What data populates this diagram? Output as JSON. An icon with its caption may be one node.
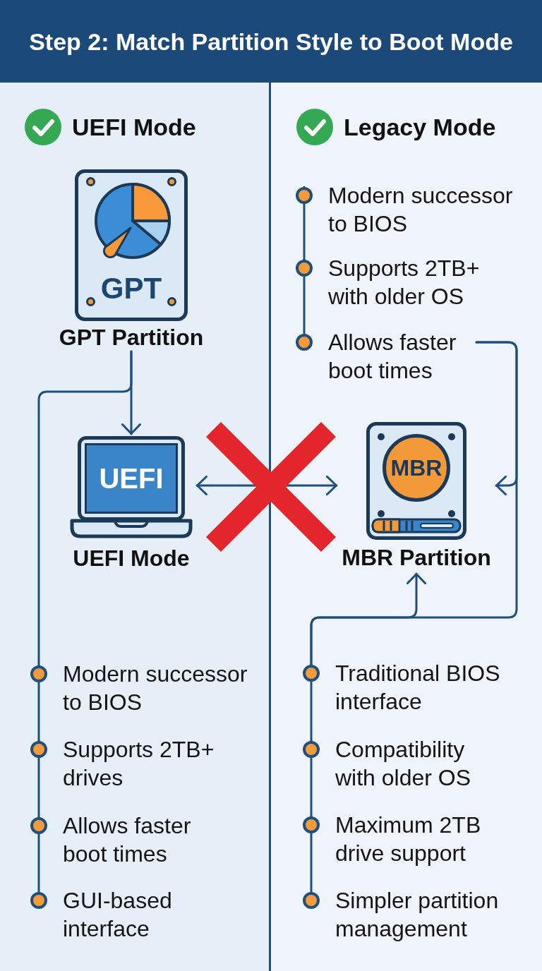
{
  "diagram": {
    "title": "Step 2: Match Partition Style to Boot Mode",
    "nodes": [
      {
        "text": [
          "UEFI Mode"
        ]
      },
      {
        "text": [
          "GPT"
        ],
        "beside": [
          "GPT Partition"
        ],
        "in": 0
      },
      {
        "text": [
          "UEFI"
        ],
        "beside": [
          "UEFI Mode"
        ],
        "in": 0
      },
      {
        "text": [
          "Modern successor to BIOS"
        ],
        "in": 0
      },
      {
        "text": [
          "Supports 2TB+ drives"
        ],
        "in": 0
      },
      {
        "text": [
          "Allows faster boot times"
        ],
        "in": 0
      },
      {
        "text": [
          "GUI-based interface"
        ],
        "in": 0
      },
      {
        "text": [
          "Legacy Mode"
        ]
      },
      {
        "text": [
          "Modern successor to BIOS"
        ],
        "in": 7
      },
      {
        "text": [
          "Supports 2TB+ with older OS"
        ],
        "in": 7
      },
      {
        "text": [
          "Allows faster boot times"
        ],
        "in": 7
      },
      {
        "text": [
          "MBR"
        ],
        "beside": [
          "MBR Partition"
        ],
        "in": 7
      },
      {
        "text": [
          "Traditional BIOS interface"
        ],
        "in": 7
      },
      {
        "text": [
          "Compatibility with older OS"
        ],
        "in": 7
      },
      {
        "text": [
          "Maximum 2TB drive support"
        ],
        "in": 7
      },
      {
        "text": [
          "Simpler partition management"
        ],
        "in": 7
      }
    ],
    "edges": [
      {
        "from": 1,
        "to": 2,
        "arrow": "to"
      },
      {
        "from": 1,
        "to": 3,
        "arrow": "none"
      },
      {
        "from": 3,
        "to": 4,
        "arrow": "none"
      },
      {
        "from": 4,
        "to": 5,
        "arrow": "none"
      },
      {
        "from": 5,
        "to": 6,
        "arrow": "none"
      },
      {
        "from": 2,
        "to": 11,
        "arrow": "both"
      },
      {
        "from": 8,
        "to": 9,
        "arrow": "none"
      },
      {
        "from": 9,
        "to": 10,
        "arrow": "none"
      },
      {
        "from": 10,
        "to": 11,
        "arrow": "to"
      },
      {
        "from": 10,
        "to": 12,
        "arrow": "none"
      },
      {
        "from": 12,
        "to": 11,
        "arrow": "to"
      },
      {
        "from": 12,
        "to": 13,
        "arrow": "none"
      },
      {
        "from": 13,
        "to": 14,
        "arrow": "none"
      },
      {
        "from": 14,
        "to": 15,
        "arrow": "none"
      }
    ]
  }
}
